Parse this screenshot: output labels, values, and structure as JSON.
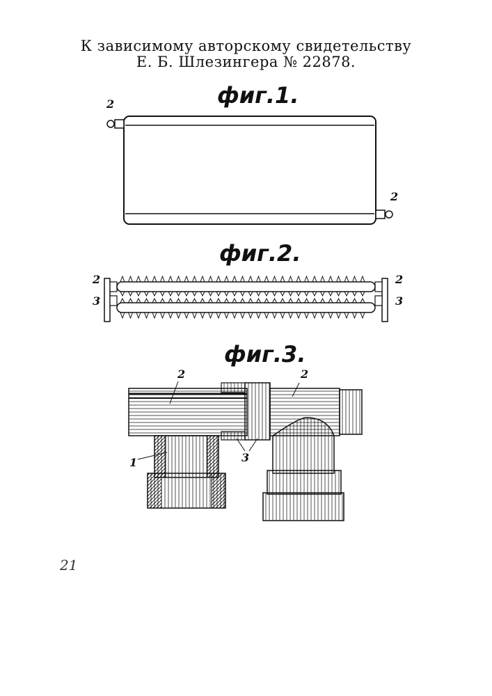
{
  "header": {
    "line1": "К зависимому авторскому свидетельству",
    "line2": "Е. Б. Шлезингера № 22878."
  },
  "figures": {
    "fig1": {
      "title": "фиг.1.",
      "labels": [
        "2",
        "2"
      ]
    },
    "fig2": {
      "title": "фиг.2.",
      "labels": [
        "2",
        "3",
        "2",
        "3"
      ]
    },
    "fig3": {
      "title": "фиг.3.",
      "labels": [
        "2",
        "2",
        "1",
        "3"
      ]
    }
  },
  "page_mark": "21"
}
